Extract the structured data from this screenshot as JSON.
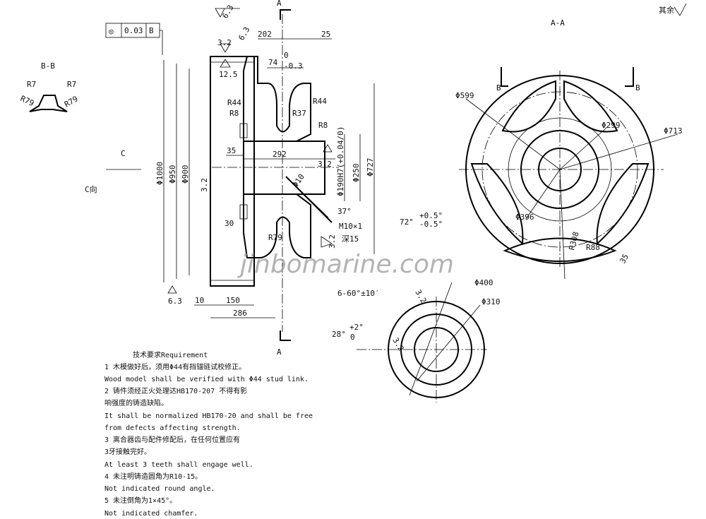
{
  "section_marks": {
    "a_top": "A",
    "a_bottom": "A",
    "aa_title": "A-A",
    "b_left": "B",
    "b_right": "B",
    "bb_title": "B-B",
    "c_arrow": "C",
    "c_view": "C向",
    "surface_rest": "其余"
  },
  "tolerance_frame": {
    "symbol": "◎",
    "value": "0.03",
    "datum": "B"
  },
  "left_view": {
    "dims": [
      "202",
      "25",
      "74",
      "0",
      "-0.3",
      "R44",
      "R44",
      "R8",
      "R37",
      "R8",
      "35",
      "292",
      "Φ10",
      "Φ190H7(+0.04/0)",
      "Φ250",
      "Φ727",
      "37°",
      "M10×1",
      "深15",
      "30",
      "R79",
      "Φ1000",
      "Φ950",
      "Φ900",
      "10",
      "150",
      "286"
    ],
    "roughness": [
      "6.3",
      "6.3",
      "3.2",
      "12.5",
      "3.2",
      "3.2",
      "3.2",
      "6.3"
    ]
  },
  "section_aa": {
    "dims": [
      "Φ599",
      "Φ299",
      "Φ713",
      "Φ396",
      "R308",
      "R88",
      "35",
      "72°",
      "+0.5°",
      "-0.5°"
    ]
  },
  "section_bb": {
    "dims": [
      "R7",
      "R7",
      "R79",
      "R79"
    ]
  },
  "view_c": {
    "dims": [
      "6-60°±10′",
      "Φ400",
      "Φ310",
      "28°",
      "+2°",
      "0",
      "3.2",
      "3.2"
    ]
  },
  "requirements": {
    "title": "技术要求Requirement",
    "lines": [
      "1 木模做好后，须用Φ44有挡锚链试校修正。",
      " Wood model shall be verified with Φ44 stud link.",
      "2 铸件须经正火处理达HB170-207 不得有影",
      "  响强度的铸造缺陷。",
      "It shall be normalized HB170-20 and shall be free",
      "from defects affecting strength.",
      "3 离合器齿与配件修配后，在任何位置应有",
      "  3牙接触完好。",
      "At least 3 teeth shall engage well.",
      "4 未注明铸造圆角为R10-15。",
      "Not indicated round angle.",
      "5 未注倒角为1×45°。",
      "Not indicated chamfer."
    ]
  },
  "watermark": "jinbomarine.com"
}
